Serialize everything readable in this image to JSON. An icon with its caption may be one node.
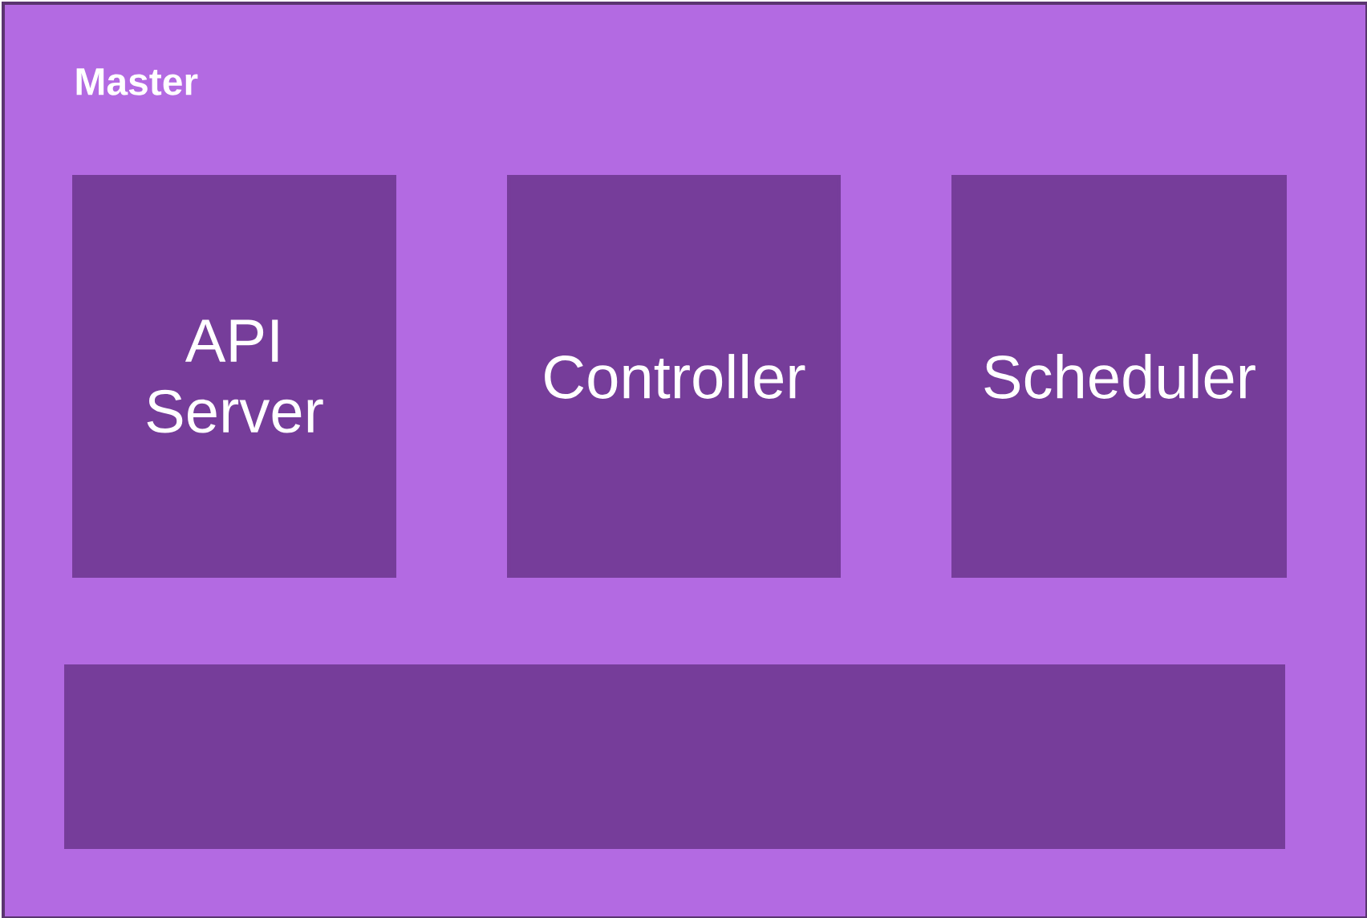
{
  "diagram": {
    "nodes": [
      {
        "text": [
          "Master"
        ]
      },
      {
        "text": [
          "API Server"
        ],
        "in": 0
      },
      {
        "text": [
          "Controller"
        ],
        "in": 0
      },
      {
        "text": [
          "Scheduler"
        ],
        "in": 0
      },
      {
        "text": [],
        "shape": "box",
        "in": 0
      }
    ]
  }
}
